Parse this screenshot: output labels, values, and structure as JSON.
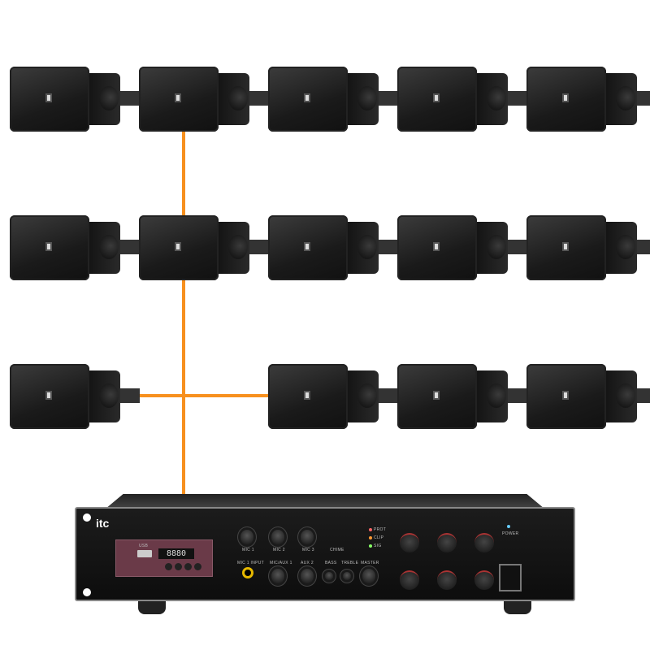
{
  "amplifier": {
    "brand": "itc",
    "display": "8880",
    "labels": {
      "usb": "USB",
      "mic1_input": "MIC 1 INPUT",
      "mic1": "MIC 1",
      "mic2": "MIC 2",
      "mic3": "MIC 3",
      "chime": "CHIME",
      "mic_aux": "MIC/AUX 1",
      "aux2": "AUX 2",
      "bass": "BASS",
      "treble": "TREBLE",
      "master": "MASTER",
      "prot": "PROT",
      "clip": "CLIP",
      "sig": "SIG",
      "power": "POWER"
    }
  },
  "colors": {
    "wire": "#f7901e",
    "speaker": "#1a1a1a"
  }
}
